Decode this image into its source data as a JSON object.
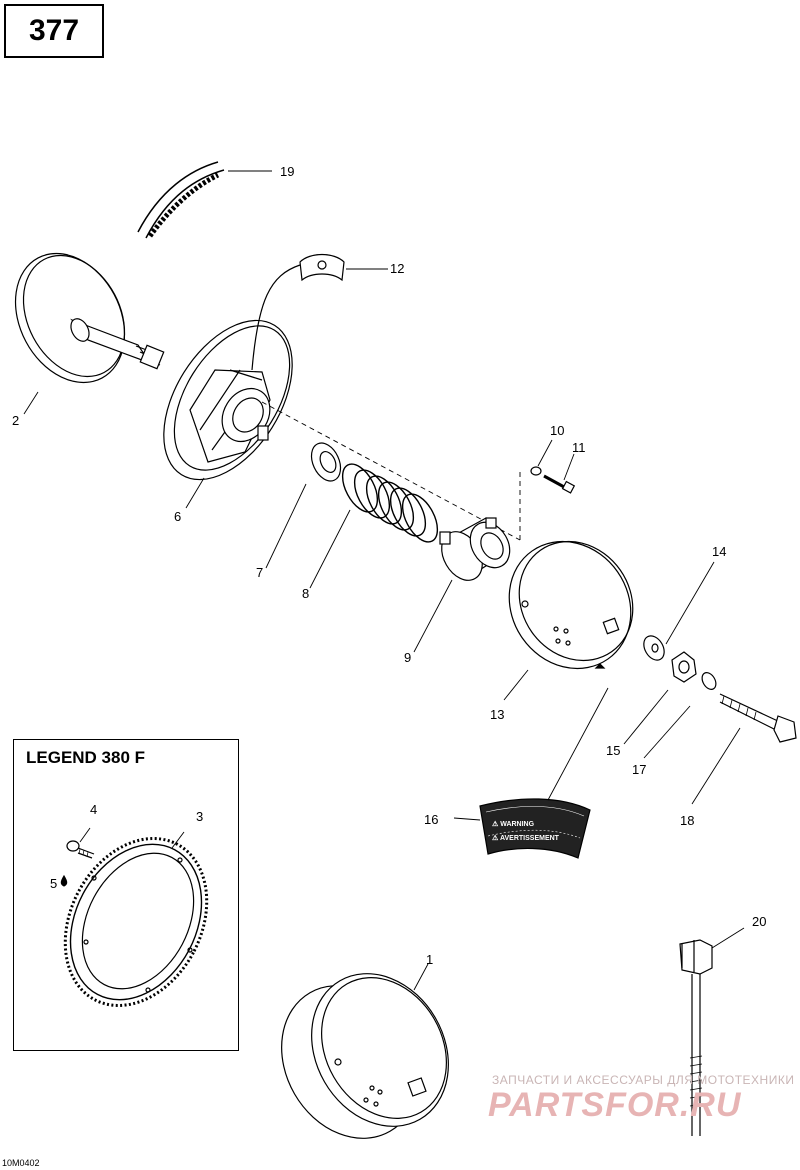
{
  "page": {
    "page_number": "377",
    "drawing_code": "10M0402"
  },
  "legend": {
    "title": "LEGEND 380 F"
  },
  "callouts": {
    "c1": "1",
    "c2": "2",
    "c3": "3",
    "c4": "4",
    "c5": "5",
    "c6": "6",
    "c7": "7",
    "c8": "8",
    "c9": "9",
    "c10": "10",
    "c11": "11",
    "c12": "12",
    "c13": "13",
    "c14": "14",
    "c15": "15",
    "c16": "16",
    "c17": "17",
    "c18": "18",
    "c19": "19",
    "c20": "20"
  },
  "decal": {
    "line1": "⚠ WARNING",
    "line2": "⚠ AVERTISSEMENT"
  },
  "watermark": {
    "line1": "ЗАПЧАСТИ И АКСЕССУАРЫ ДЛЯ МОТОТЕХНИКИ",
    "line2": "PARTSFOR.RU"
  },
  "colors": {
    "line": "#000000",
    "watermark_red": "#e7b4b4",
    "watermark_gray": "#c9b5b5"
  }
}
